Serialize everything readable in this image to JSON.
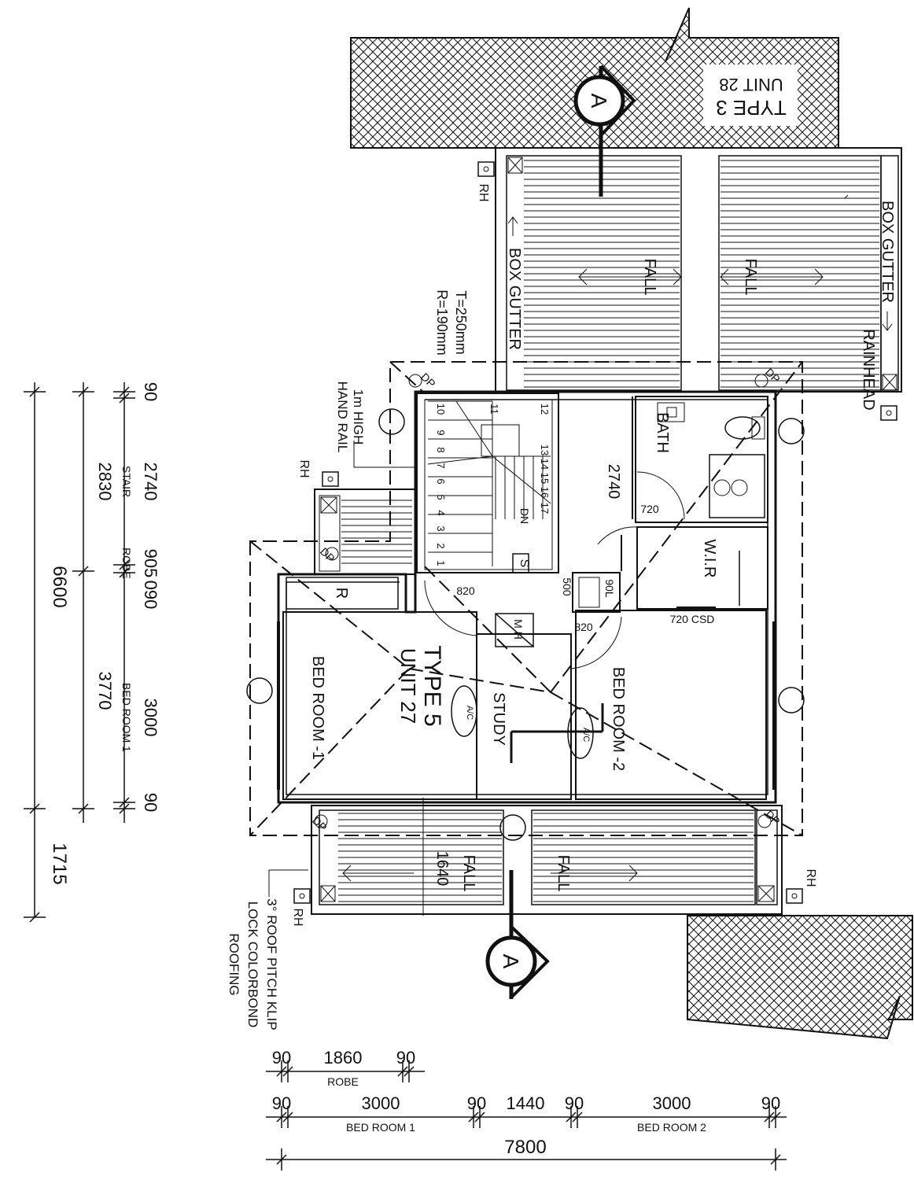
{
  "unit_main": {
    "type": "TYPE 5",
    "unit": "UNIT 27"
  },
  "unit_adjacent": {
    "type": "TYPE 3",
    "unit": "UNIT 28"
  },
  "section_marker": "A",
  "rooms": {
    "bed_room_1": "BED ROOM -1",
    "bed_room_2": "BED ROOM -2",
    "study": "STUDY",
    "bath": "BATH",
    "wir": "W.I.R",
    "robe": "R",
    "stair_dn": "DN"
  },
  "annotations": {
    "fall": "FALL",
    "box_gutter": "BOX GUTTER",
    "rainhead": "RAINHEAD",
    "rh": "RH",
    "dp": "DP",
    "tread": "T=250mm",
    "riser": "R=190mm",
    "hand_rail_1": "1m HIGH",
    "hand_rail_2": "HAND RAIL",
    "roof_1": "3° ROOF PITCH KLIP",
    "roof_2": "LOCK COLORBOND",
    "roof_3": "ROOFING",
    "ac": "A/C",
    "csd": "720 CSD",
    "door_720": "720",
    "door_820a": "820",
    "door_820b": "820",
    "dim_500": "500",
    "dim_90l": "90L",
    "dim_2740": "2740",
    "dim_1640": "1640",
    "smoke": "S",
    "mh": "M H"
  },
  "stair_numbers": [
    "1",
    "2",
    "3",
    "4",
    "5",
    "6",
    "7",
    "8",
    "9",
    "10",
    "11",
    "12",
    "13",
    "14",
    "15",
    "16",
    "17"
  ],
  "dims_bottom": {
    "row1": [
      {
        "v": "90"
      },
      {
        "v": "1860",
        "label": "ROBE"
      },
      {
        "v": "90"
      }
    ],
    "row2": [
      {
        "v": "90"
      },
      {
        "v": "3000",
        "label": "BED ROOM 1"
      },
      {
        "v": "90"
      },
      {
        "v": "1440"
      },
      {
        "v": "90"
      },
      {
        "v": "3000",
        "label": "BED ROOM 2"
      },
      {
        "v": "90"
      }
    ],
    "total": "7800"
  },
  "dims_left": {
    "row1": [
      {
        "v": "90"
      },
      {
        "v": "2740",
        "label": "STAIR"
      },
      {
        "v": "905",
        "label": "ROBE"
      },
      {
        "v": "090"
      },
      {
        "v": "3000",
        "label": "BED ROOM 1"
      },
      {
        "v": "90"
      }
    ],
    "row2": [
      {
        "v": "2830"
      },
      {
        "v": "3770"
      }
    ],
    "total": "6600",
    "overhang": "1715"
  }
}
